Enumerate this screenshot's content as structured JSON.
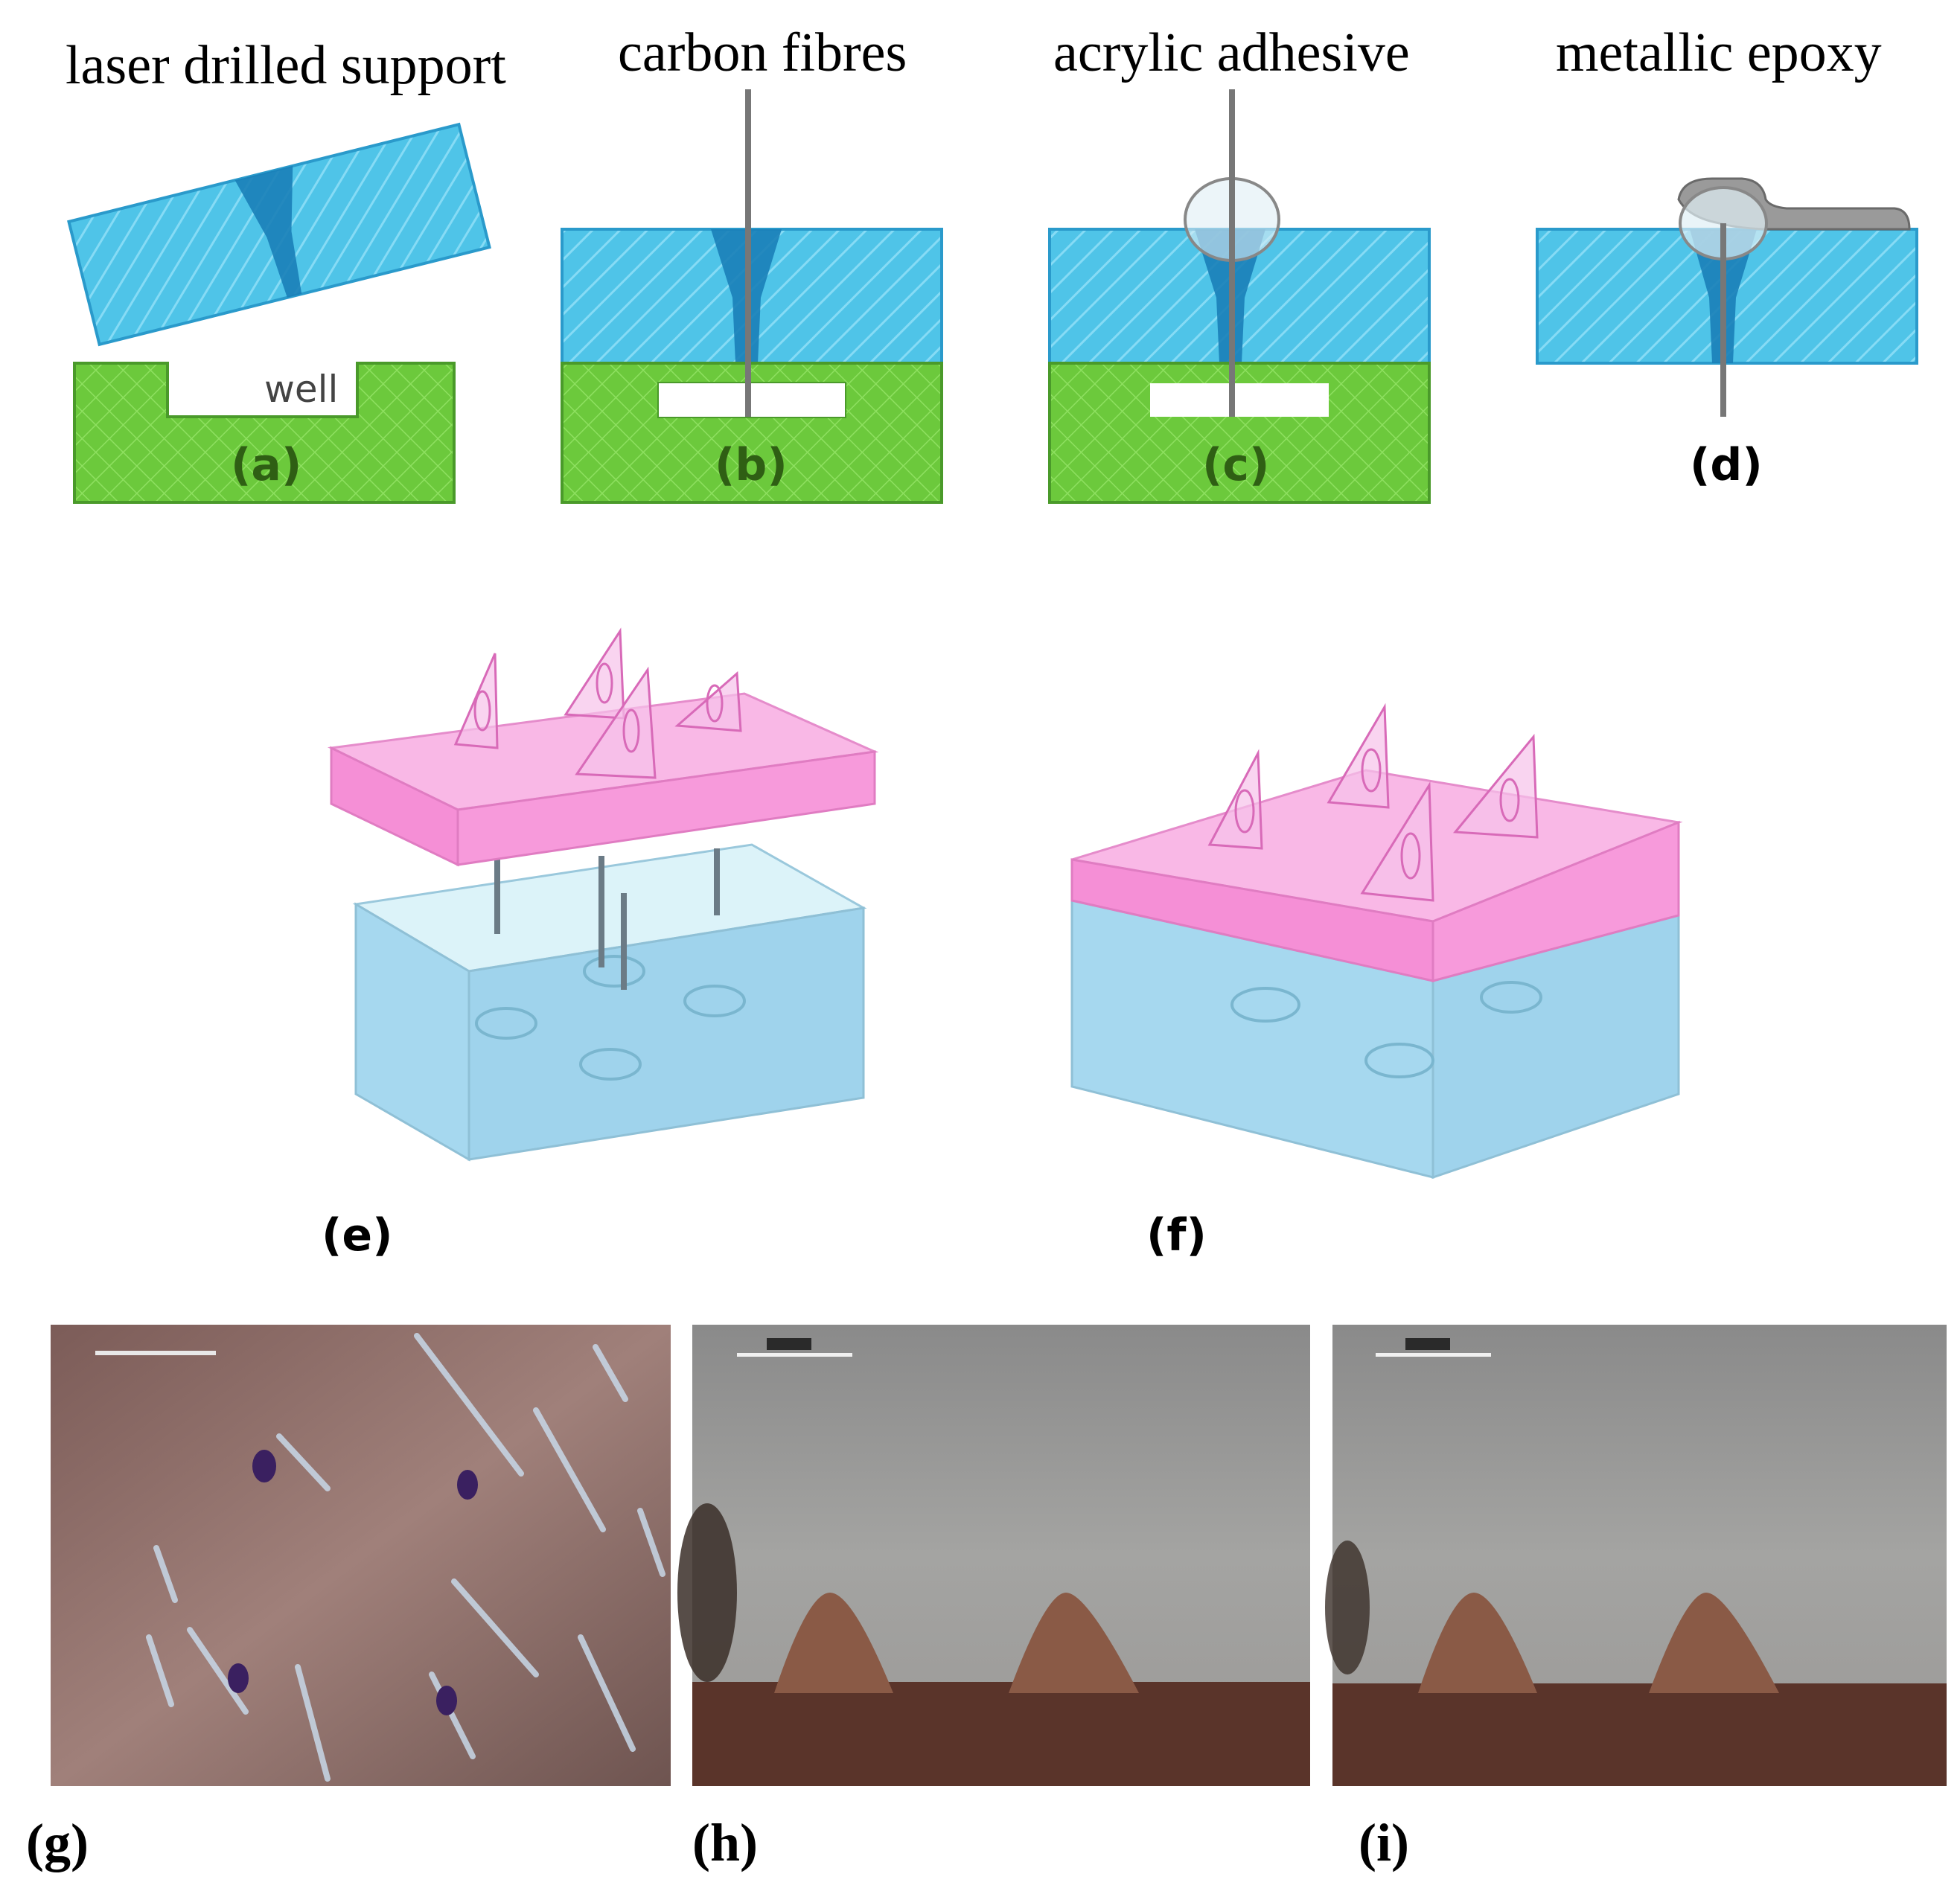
{
  "labels": {
    "laser_drilled_support": "laser drilled support",
    "carbon_fibres": "carbon fibres",
    "acrylic_adhesive": "acrylic adhesive",
    "metallic_epoxy": "metallic epoxy",
    "well": "well"
  },
  "panels": {
    "a": "(a)",
    "b": "(b)",
    "c": "(c)",
    "d": "(d)",
    "e": "(e)",
    "f": "(f)",
    "g": "(g)",
    "h": "(h)",
    "i": "(i)"
  },
  "colors": {
    "support_blue": "#4fc4e8",
    "channel_blue": "#1a7fb8",
    "base_green": "#6cc93c",
    "panel_label_green": "#2f5f14",
    "pink": "#f79adb",
    "box_blue": "#a6d8ef",
    "skin": "#8a6a66",
    "photo_grey": "#9c9c9c",
    "cone_brown": "#8a5a46"
  }
}
